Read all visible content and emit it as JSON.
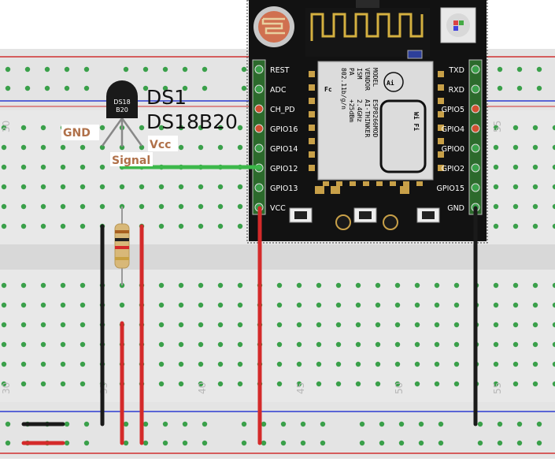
{
  "breadboard": {
    "column_numbers": [
      "30",
      "35",
      "40",
      "45",
      "50",
      "55"
    ]
  },
  "sensor": {
    "part_label": "DS1",
    "part_name": "DS18B20",
    "body_text_1": "DS18",
    "body_text_2": "B20",
    "pins": {
      "gnd": "GND",
      "signal": "Signal",
      "vcc": "Vcc"
    }
  },
  "module": {
    "left_pins": [
      "REST",
      "ADC",
      "CH_PD",
      "GPIO16",
      "GPIO14",
      "GPIO12",
      "GPIO13",
      "VCC"
    ],
    "right_pins": [
      "TXD",
      "RXD",
      "GPIO5",
      "GPIO4",
      "GPIO0",
      "GPIO2",
      "GPIO15",
      "GND"
    ],
    "shield_lines": [
      "MODEL",
      "VENDOR",
      "ISM",
      "PA",
      "802.11b/g/n"
    ],
    "shield_values": [
      "ESP8266MOD",
      "AI-THINKER",
      "2.4GHz",
      "+25dBm"
    ],
    "shield_logo": "Fc",
    "wifi_logo": "Wi Fi",
    "ai_logo": "Ai"
  },
  "colors": {
    "wire_red": "#d42a2a",
    "wire_black": "#1a1a1a",
    "wire_green": "#3cb84a",
    "board": "#121212",
    "rail_red": "#d03030",
    "rail_blue": "#2c3bd0"
  }
}
